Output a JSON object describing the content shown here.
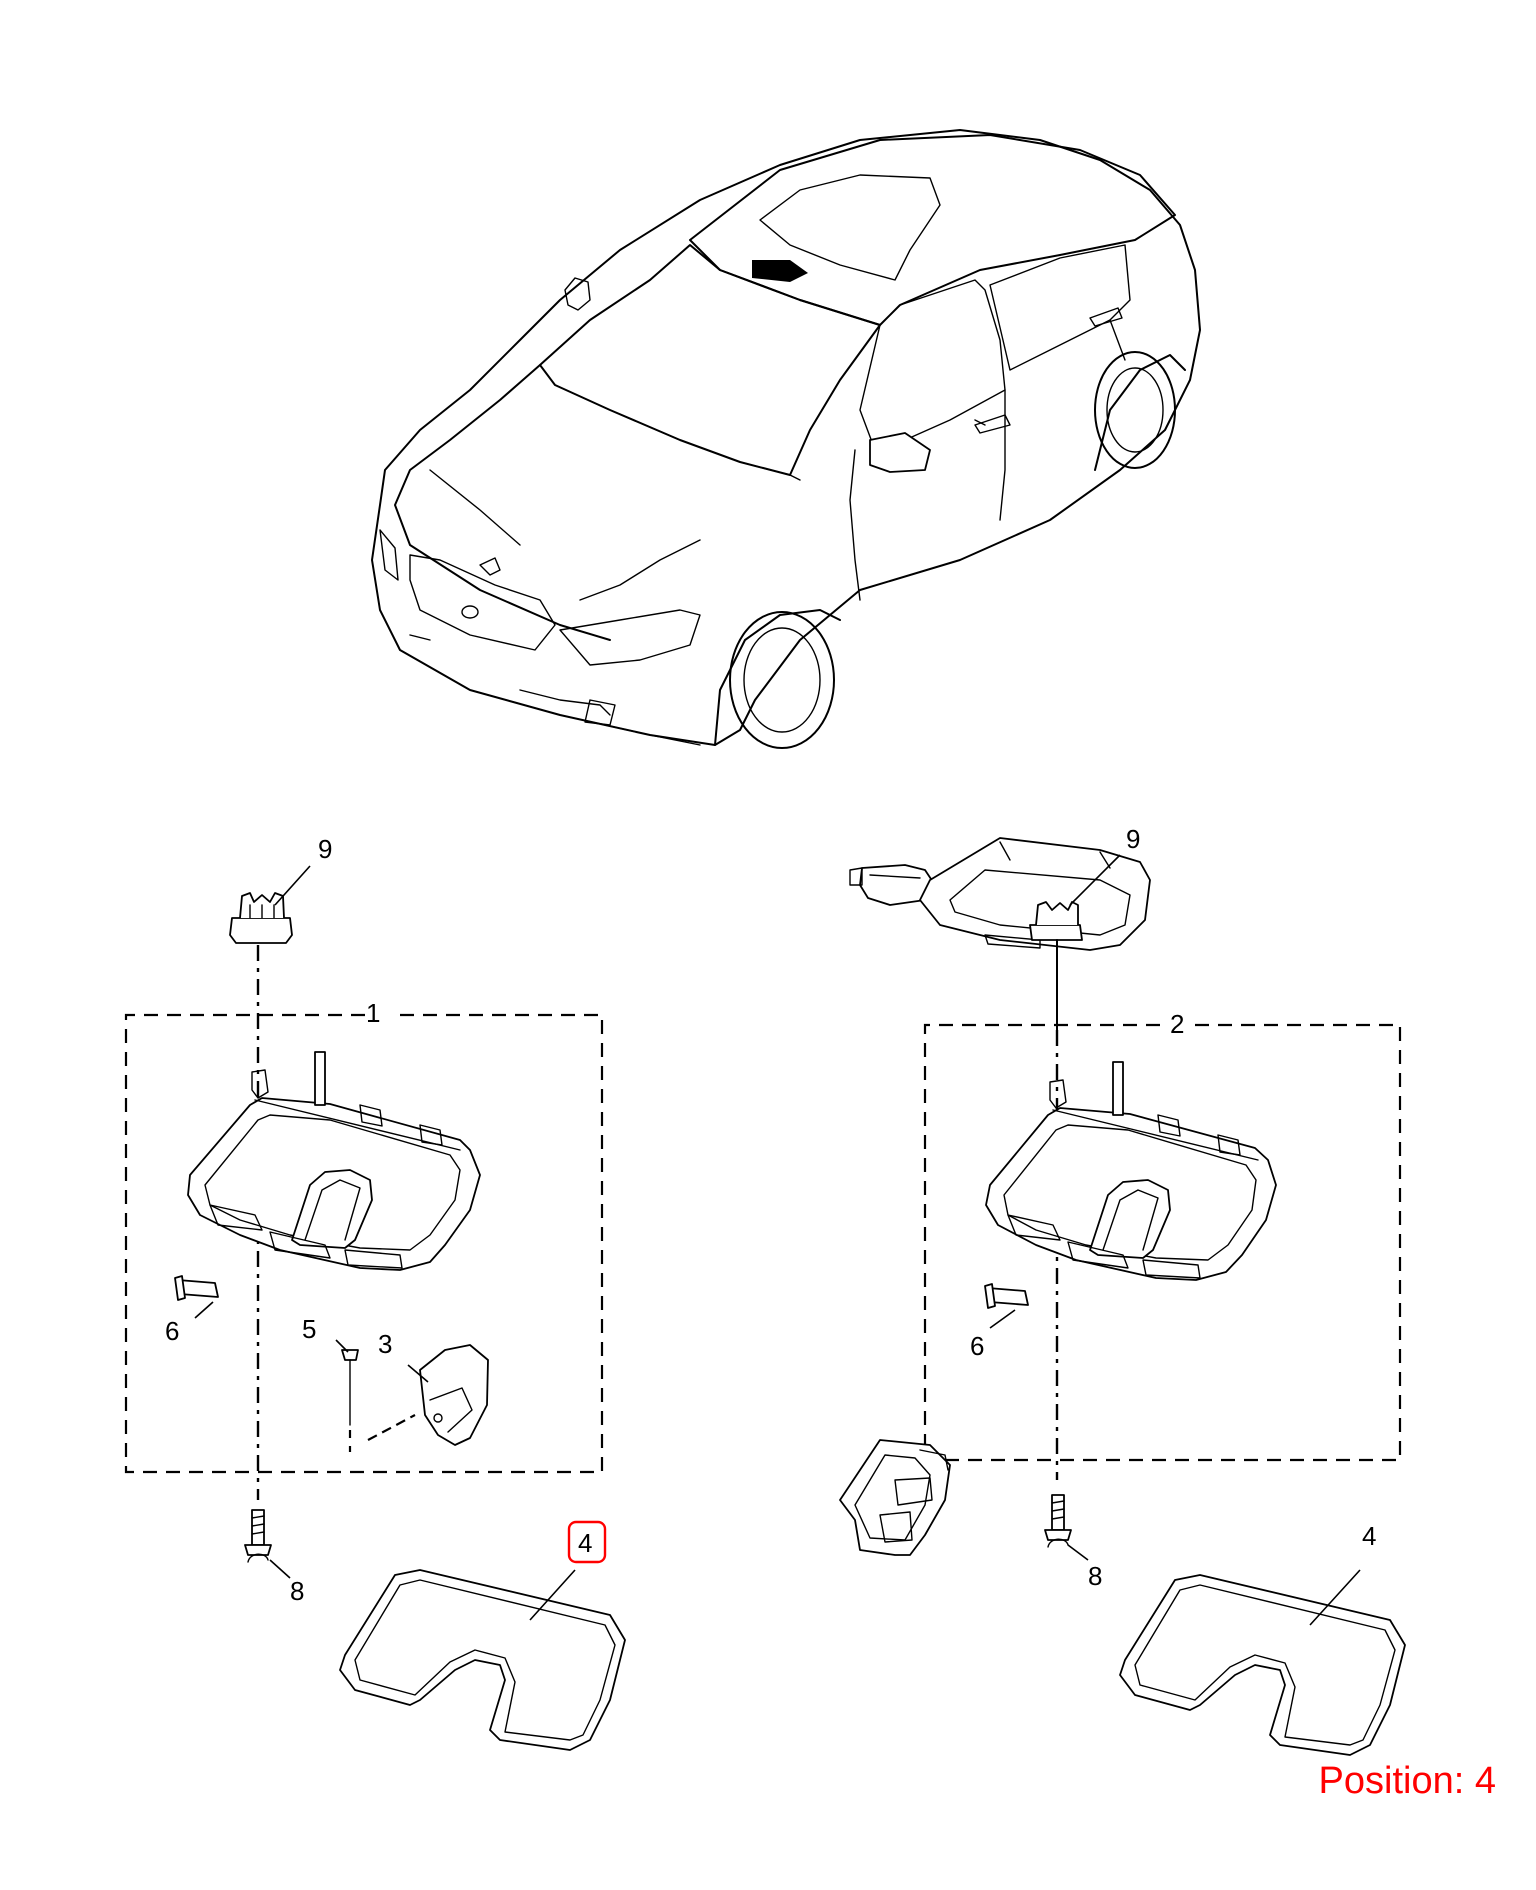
{
  "callouts": {
    "left": {
      "part_9": "9",
      "assembly_1": "1",
      "part_6": "6",
      "part_5": "5",
      "part_3": "3",
      "part_8": "8",
      "part_4": "4"
    },
    "right": {
      "part_9": "9",
      "assembly_2": "2",
      "part_6": "6",
      "part_8": "8",
      "part_4": "4"
    }
  },
  "highlighted_part": "4",
  "highlight_color": "#ff0000",
  "position_label": "Position: 4"
}
